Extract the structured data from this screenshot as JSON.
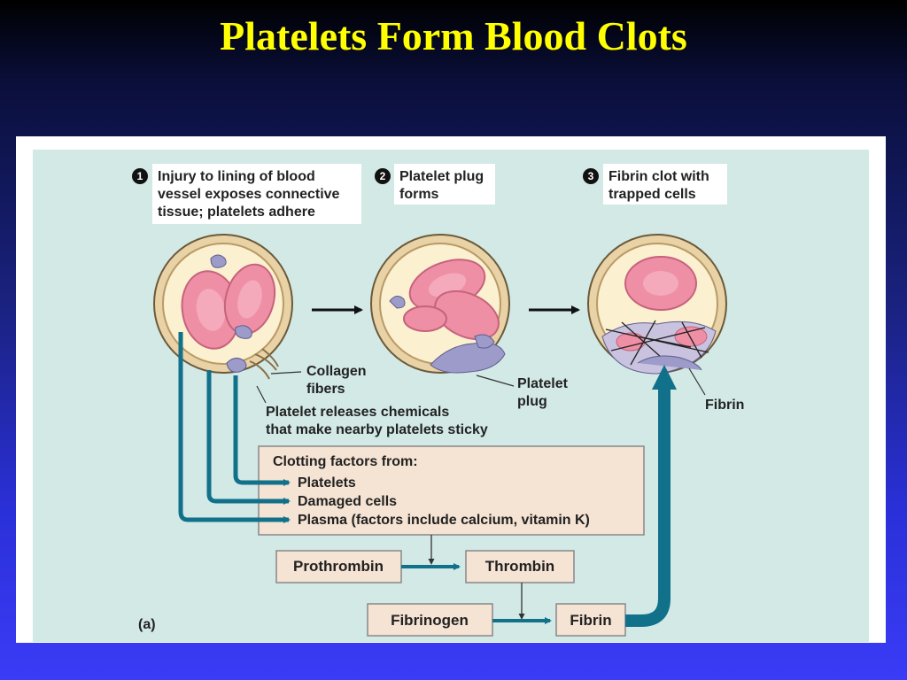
{
  "title": "Platelets Form Blood Clots",
  "steps": [
    {
      "number": "1",
      "lines": [
        "Injury to lining of blood",
        "vessel exposes connective",
        "tissue; platelets adhere"
      ]
    },
    {
      "number": "2",
      "lines": [
        "Platelet plug",
        "forms"
      ]
    },
    {
      "number": "3",
      "lines": [
        "Fibrin clot with",
        "trapped cells"
      ]
    }
  ],
  "labels": {
    "collagen": [
      "Collagen",
      "fibers"
    ],
    "plug": [
      "Platelet",
      "plug"
    ],
    "fibrin_vessel": "Fibrin",
    "release": [
      "Platelet releases chemicals",
      "that make nearby platelets sticky"
    ]
  },
  "clotting": {
    "heading": "Clotting factors from:",
    "items": [
      "Platelets",
      "Damaged cells",
      "Plasma (factors include calcium, vitamin K)"
    ]
  },
  "boxes": {
    "prothrombin": "Prothrombin",
    "thrombin": "Thrombin",
    "fibrinogen": "Fibrinogen",
    "fibrin": "Fibrin"
  },
  "panel_label": "(a)",
  "colors": {
    "arrow": "#11708a",
    "title": "#ffff00",
    "box_fill": "#f5e3d3",
    "figure_bg": "#d2e9e6",
    "rbc": "#ee8fa6",
    "platelet": "#9c9bc9"
  }
}
